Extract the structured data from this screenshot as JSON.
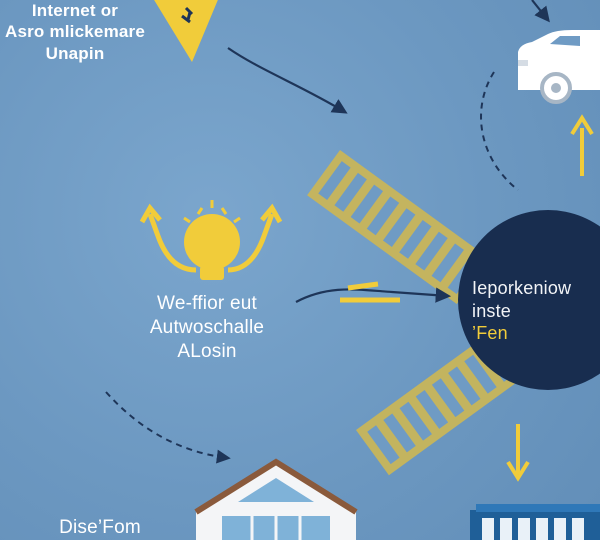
{
  "colors": {
    "background": "#6f9bc4",
    "accent_yellow": "#f1cc3a",
    "hub_navy": "#182d4f",
    "white": "#ffffff",
    "arrow_dark": "#1e3558"
  },
  "labels": {
    "internet": [
      "Internet or",
      "Asro mlickemare",
      "Unapin"
    ],
    "idea": [
      "We-ffior eut",
      "Autwoschalle",
      "ALosin"
    ],
    "hub": {
      "line1": "Ieporkeniow",
      "line2_prefix": "inste",
      "line2_accent": "’Fen"
    },
    "house": "Dise’Fom"
  },
  "icons": [
    "warning-sign-icon",
    "car-icon",
    "lightbulb-icon",
    "house-icon",
    "building-icon",
    "crosswalk-stripes-icon"
  ]
}
